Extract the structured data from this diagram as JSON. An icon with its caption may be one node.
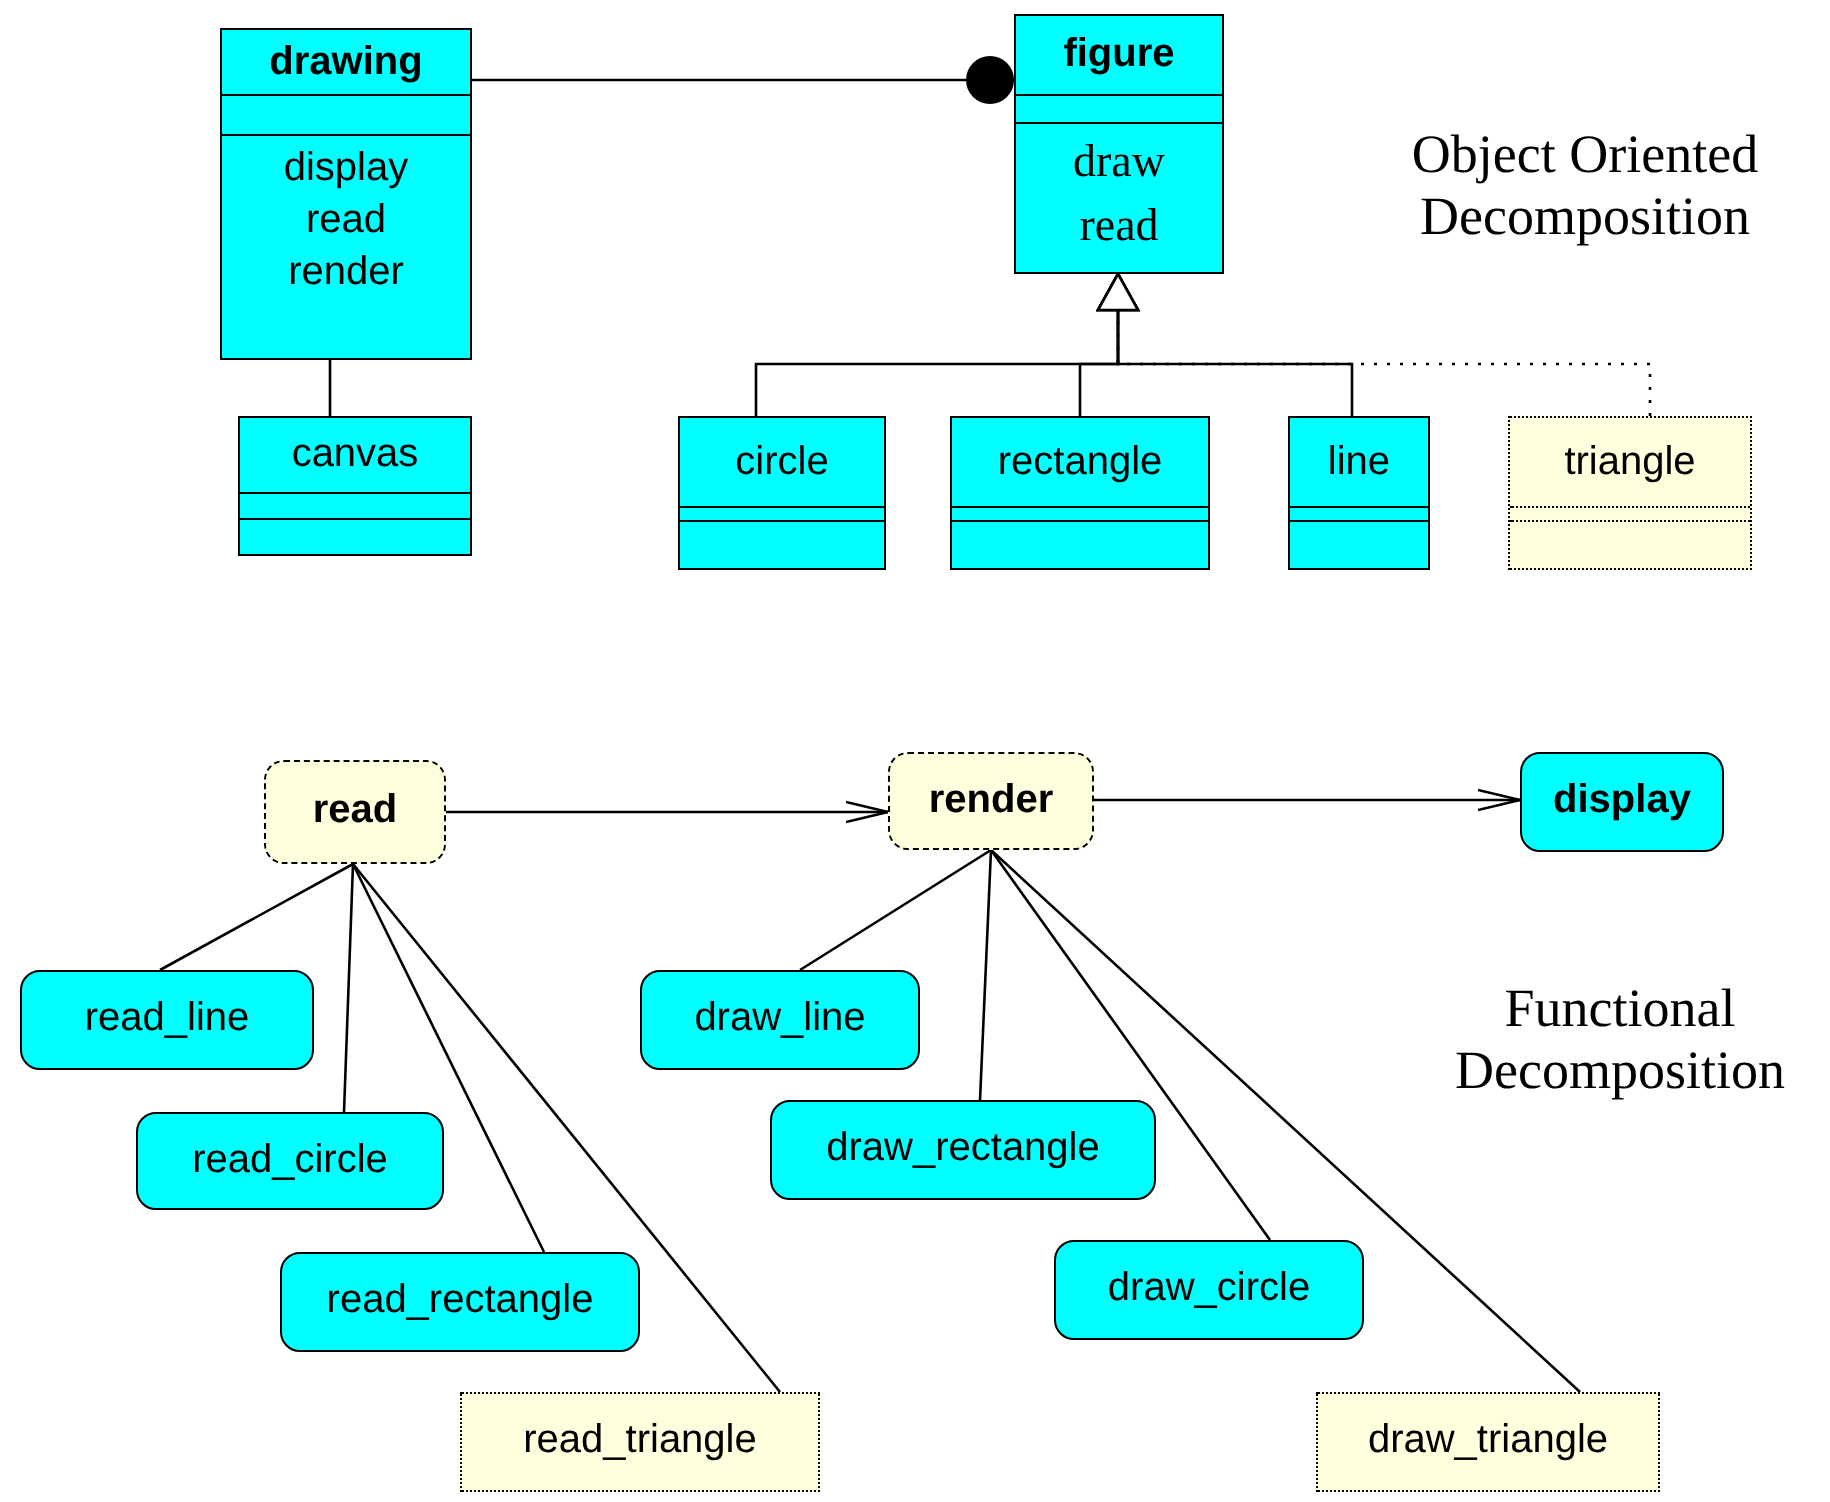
{
  "diagram": {
    "nodes": [
      {
        "text": [
          "drawing",
          "display read render"
        ]
      },
      {
        "text": [
          "figure",
          "draw read"
        ]
      },
      {
        "text": [
          "canvas"
        ]
      },
      {
        "text": [
          "circle"
        ]
      },
      {
        "text": [
          "rectangle"
        ]
      },
      {
        "text": [
          "line"
        ]
      },
      {
        "text": [
          "triangle"
        ]
      },
      {
        "text": [
          "read"
        ]
      },
      {
        "text": [
          "render"
        ]
      },
      {
        "text": [
          "display"
        ]
      },
      {
        "text": [
          "read_line"
        ]
      },
      {
        "text": [
          "read_circle"
        ]
      },
      {
        "text": [
          "read_rectangle"
        ]
      },
      {
        "text": [
          "read_triangle"
        ]
      },
      {
        "text": [
          "draw_line"
        ]
      },
      {
        "text": [
          "draw_rectangle"
        ]
      },
      {
        "text": [
          "draw_circle"
        ]
      },
      {
        "text": [
          "draw_triangle"
        ]
      }
    ],
    "edges": [
      {
        "from": 0,
        "to": 1,
        "arrow": "other"
      },
      {
        "from": 0,
        "to": 2,
        "arrow": "none"
      },
      {
        "from": 3,
        "to": 1,
        "arrow": "to"
      },
      {
        "from": 4,
        "to": 1,
        "arrow": "to"
      },
      {
        "from": 5,
        "to": 1,
        "arrow": "to"
      },
      {
        "from": 6,
        "to": 1,
        "arrow": "to",
        "style": "dashed"
      },
      {
        "from": 7,
        "to": 8,
        "arrow": "to"
      },
      {
        "from": 8,
        "to": 9,
        "arrow": "to"
      },
      {
        "from": 7,
        "to": 10,
        "arrow": "none"
      },
      {
        "from": 7,
        "to": 11,
        "arrow": "none"
      },
      {
        "from": 7,
        "to": 12,
        "arrow": "none"
      },
      {
        "from": 7,
        "to": 13,
        "arrow": "none"
      },
      {
        "from": 8,
        "to": 14,
        "arrow": "none"
      },
      {
        "from": 8,
        "to": 15,
        "arrow": "none"
      },
      {
        "from": 8,
        "to": 16,
        "arrow": "none"
      },
      {
        "from": 8,
        "to": 17,
        "arrow": "none"
      }
    ],
    "labels": [
      "Object Oriented Decomposition",
      "Functional Decomposition"
    ]
  }
}
